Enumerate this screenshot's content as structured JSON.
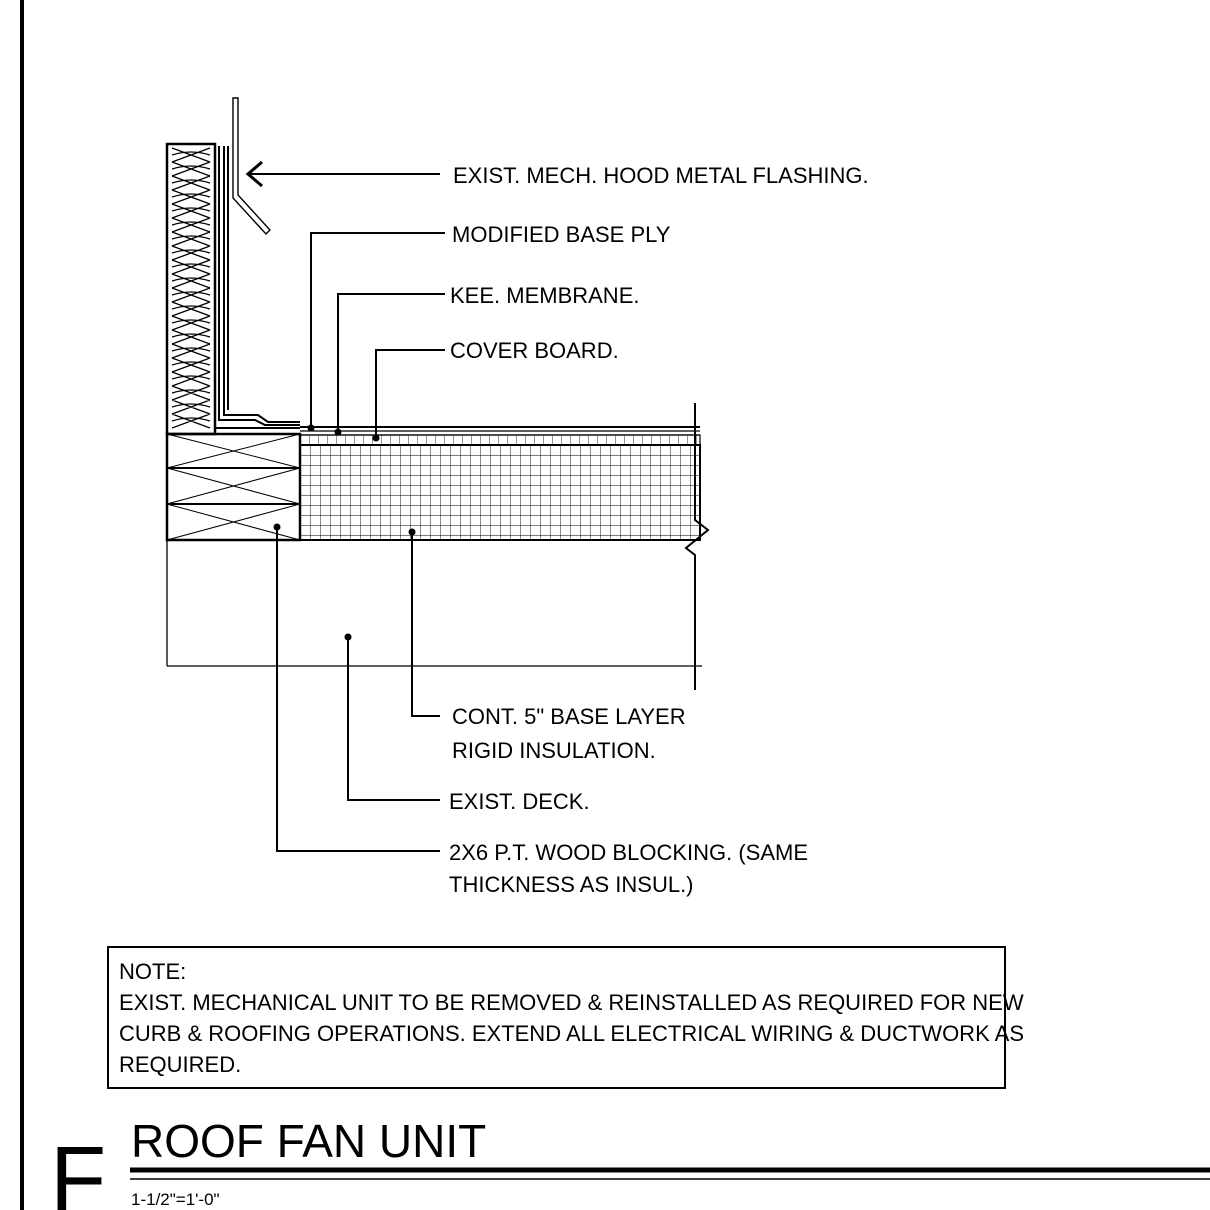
{
  "callouts": {
    "flashing": "EXIST. MECH. HOOD METAL FLASHING.",
    "base_ply": "MODIFIED BASE PLY",
    "membrane": "KEE. MEMBRANE.",
    "cover_board": "COVER BOARD.",
    "insulation_line1": "CONT. 5\" BASE LAYER",
    "insulation_line2": "RIGID INSULATION.",
    "deck": "EXIST. DECK.",
    "blocking_line1": "2X6 P.T. WOOD BLOCKING. (SAME",
    "blocking_line2": "THICKNESS AS INSUL.)"
  },
  "note": {
    "heading": "NOTE:",
    "line1": "EXIST. MECHANICAL UNIT TO BE REMOVED & REINSTALLED AS REQUIRED FOR NEW",
    "line2": "CURB & ROOFING OPERATIONS. EXTEND ALL ELECTRICAL WIRING & DUCTWORK AS",
    "line3": "REQUIRED."
  },
  "title_block": {
    "detail_mark": "F",
    "title": "ROOF FAN UNIT",
    "scale": "1-1/2\"=1'-0\""
  }
}
